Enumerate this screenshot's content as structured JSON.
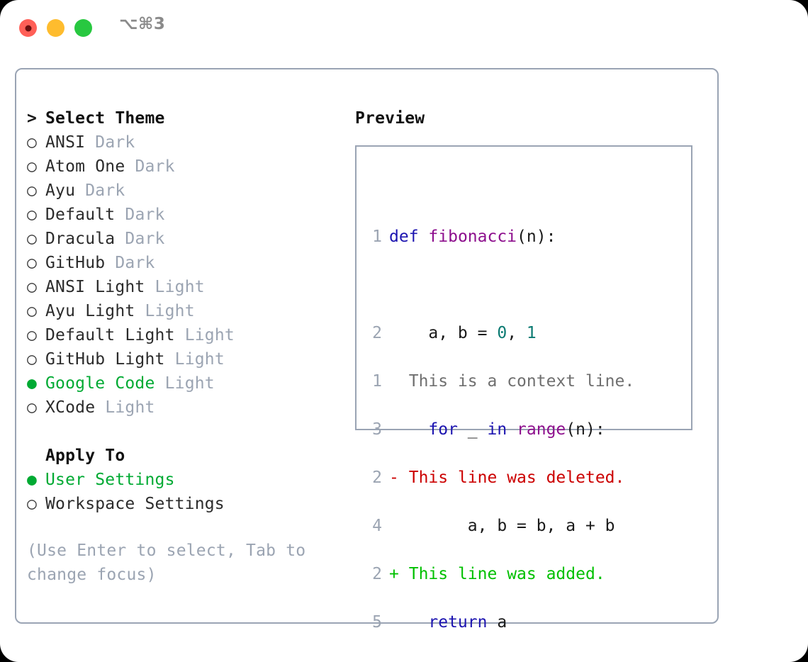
{
  "window": {
    "shortcut_label": "⌥⌘3",
    "traffic_lights": [
      "close-red",
      "minimize-yellow",
      "maximize-green"
    ]
  },
  "colors": {
    "accent_green": "#00aa33",
    "muted_gray": "#9ba4b2",
    "border": "#9aa4b4",
    "keyword": "#1c14b0",
    "function": "#8d0f8d",
    "number": "#0b7a72",
    "diff_deleted": "#cc0000",
    "diff_added": "#00c000",
    "context": "#6f6f6f"
  },
  "theme_section": {
    "header_marker": ">",
    "header": "Select Theme",
    "items": [
      {
        "marker": "○",
        "name": "ANSI",
        "tag": "Dark",
        "selected": false
      },
      {
        "marker": "○",
        "name": "Atom One",
        "tag": "Dark",
        "selected": false
      },
      {
        "marker": "○",
        "name": "Ayu",
        "tag": "Dark",
        "selected": false
      },
      {
        "marker": "○",
        "name": "Default",
        "tag": "Dark",
        "selected": false
      },
      {
        "marker": "○",
        "name": "Dracula",
        "tag": "Dark",
        "selected": false
      },
      {
        "marker": "○",
        "name": "GitHub",
        "tag": "Dark",
        "selected": false
      },
      {
        "marker": "○",
        "name": "ANSI Light",
        "tag": "Light",
        "selected": false
      },
      {
        "marker": "○",
        "name": "Ayu Light",
        "tag": "Light",
        "selected": false
      },
      {
        "marker": "○",
        "name": "Default Light",
        "tag": "Light",
        "selected": false
      },
      {
        "marker": "○",
        "name": "GitHub Light",
        "tag": "Light",
        "selected": false
      },
      {
        "marker": "●",
        "name": "Google Code",
        "tag": "Light",
        "selected": true
      },
      {
        "marker": "○",
        "name": "XCode",
        "tag": "Light",
        "selected": false
      }
    ]
  },
  "apply_to_section": {
    "header": "Apply To",
    "items": [
      {
        "marker": "●",
        "name": "User Settings",
        "selected": true
      },
      {
        "marker": "○",
        "name": "Workspace Settings",
        "selected": false
      }
    ]
  },
  "hint": "(Use Enter to select, Tab to change focus)",
  "preview": {
    "title": "Preview",
    "code_lines": [
      {
        "no": "1",
        "tokens": [
          {
            "t": "def",
            "c": "kw"
          },
          {
            "t": " ",
            "c": "pl"
          },
          {
            "t": "fibonacci",
            "c": "fn"
          },
          {
            "t": "(n):",
            "c": "pl"
          }
        ]
      },
      {
        "no": "2",
        "tokens": [
          {
            "t": "    a, b = ",
            "c": "pl"
          },
          {
            "t": "0",
            "c": "num"
          },
          {
            "t": ", ",
            "c": "pl"
          },
          {
            "t": "1",
            "c": "num"
          }
        ]
      },
      {
        "no": "3",
        "tokens": [
          {
            "t": "    ",
            "c": "pl"
          },
          {
            "t": "for",
            "c": "kw"
          },
          {
            "t": " _ ",
            "c": "pl"
          },
          {
            "t": "in",
            "c": "kw"
          },
          {
            "t": " ",
            "c": "pl"
          },
          {
            "t": "range",
            "c": "fn"
          },
          {
            "t": "(n):",
            "c": "pl"
          }
        ]
      },
      {
        "no": "4",
        "tokens": [
          {
            "t": "        a, b = b, a + b",
            "c": "pl"
          }
        ]
      },
      {
        "no": "5",
        "tokens": [
          {
            "t": "    ",
            "c": "pl"
          },
          {
            "t": "return",
            "c": "kw"
          },
          {
            "t": " a",
            "c": "pl"
          }
        ]
      }
    ],
    "diff_lines": [
      {
        "no": "1",
        "sign": " ",
        "text": "This is a context line.",
        "kind": "ctx"
      },
      {
        "no": "2",
        "sign": "-",
        "text": "This line was deleted.",
        "kind": "del"
      },
      {
        "no": "2",
        "sign": "+",
        "text": "This line was added.",
        "kind": "add"
      }
    ]
  }
}
